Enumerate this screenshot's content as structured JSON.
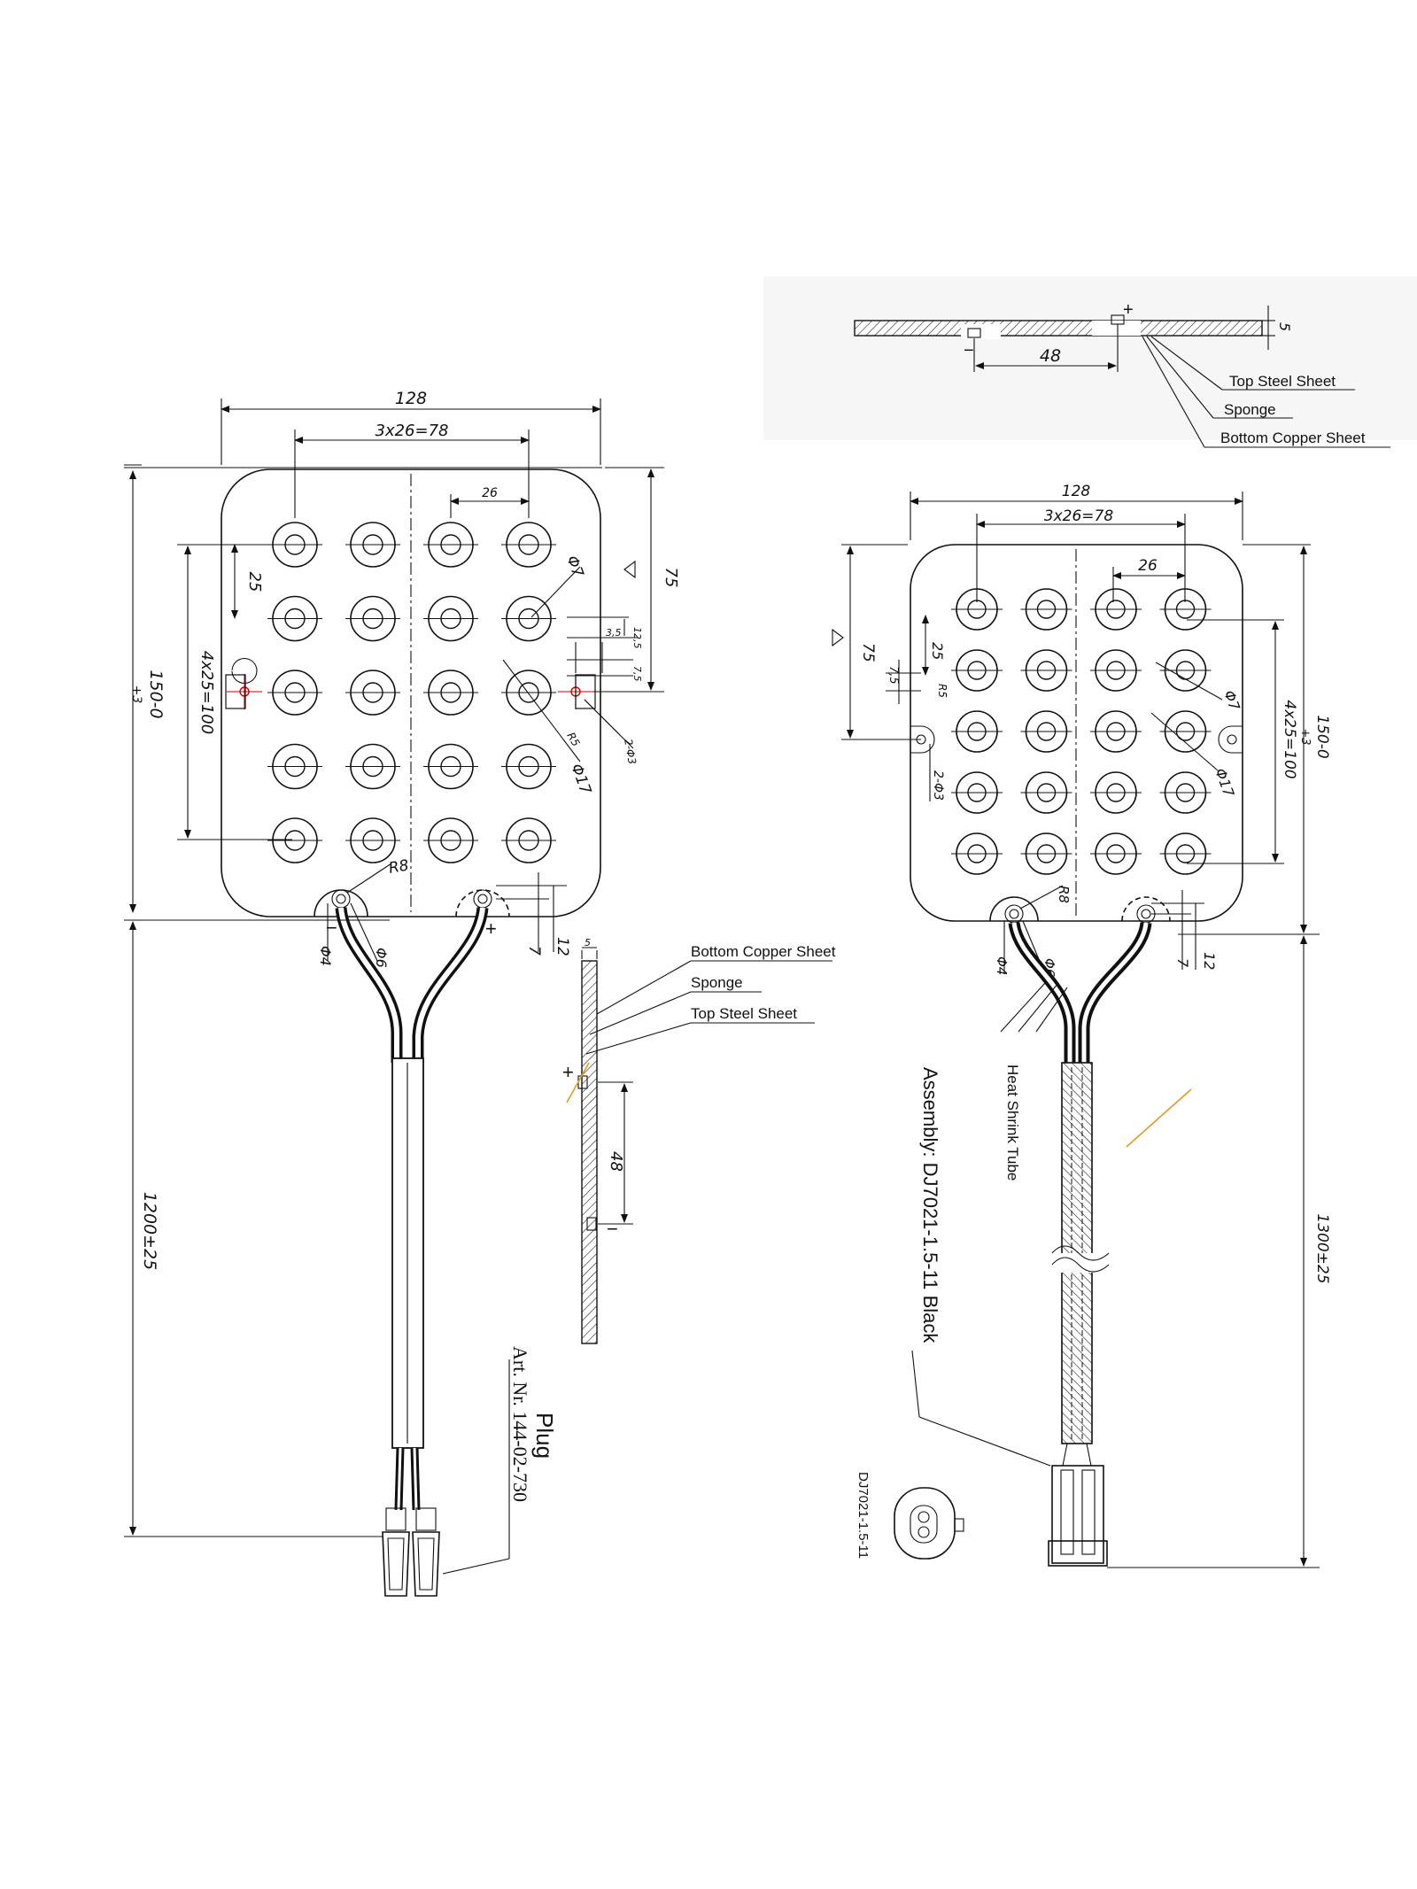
{
  "left_view": {
    "dim_width": "128",
    "dim_pitch_x": "3x26=78",
    "dim_26": "26",
    "dim_25": "25",
    "dim_pitch_y": "4x25=100",
    "dim_height": "150-0",
    "dim_height_tol": "+3",
    "dim_75": "75",
    "dim_12_5": "12,5",
    "dim_3_5": "3,5",
    "dim_7_5": "7,5",
    "dim_r5": "R5",
    "dim_2phi3": "2-Φ3",
    "dim_phi7": "Φ7",
    "dim_phi17": "Φ17",
    "dim_r8": "R8",
    "dim_phi4": "Φ4",
    "dim_phi6": "Φ6",
    "dim_12": "12",
    "dim_7": "7",
    "dim_cable": "1200±25",
    "minus": "−",
    "plus": "+",
    "plug_title": "Plug",
    "plug_art": "Art. Nr. 144-02-730"
  },
  "left_section": {
    "dim_5": "5",
    "dim_48": "48",
    "plus": "+",
    "minus": "−",
    "label_bottom": "Bottom Copper Sheet",
    "label_sponge": "Sponge",
    "label_top": "Top Steel Sheet"
  },
  "top_section": {
    "dim_5": "5",
    "dim_48": "48",
    "plus": "+",
    "minus": "−",
    "label_top": "Top Steel Sheet",
    "label_sponge": "Sponge",
    "label_bottom": "Bottom Copper Sheet"
  },
  "right_view": {
    "dim_width": "128",
    "dim_pitch_x": "3x26=78",
    "dim_26": "26",
    "dim_25": "25",
    "dim_75": "75",
    "dim_7_5": "7,5",
    "dim_r5": "R5",
    "dim_2phi3": "2-Φ3",
    "dim_phi7": "Φ7",
    "dim_phi17": "Φ17",
    "dim_pitch_y": "4x25=100",
    "dim_height": "150-0",
    "dim_height_tol": "+3",
    "dim_r8": "R8",
    "dim_phi4": "Φ4",
    "dim_phi6": "Φ6",
    "dim_12": "12",
    "dim_7": "7",
    "dim_cable": "1300±25",
    "heat_shrink": "Heat Shrink Tube",
    "assembly": "Assembly: DJ7021-1.5-11 Black",
    "connector_code": "DJ7021-1.5-11"
  }
}
